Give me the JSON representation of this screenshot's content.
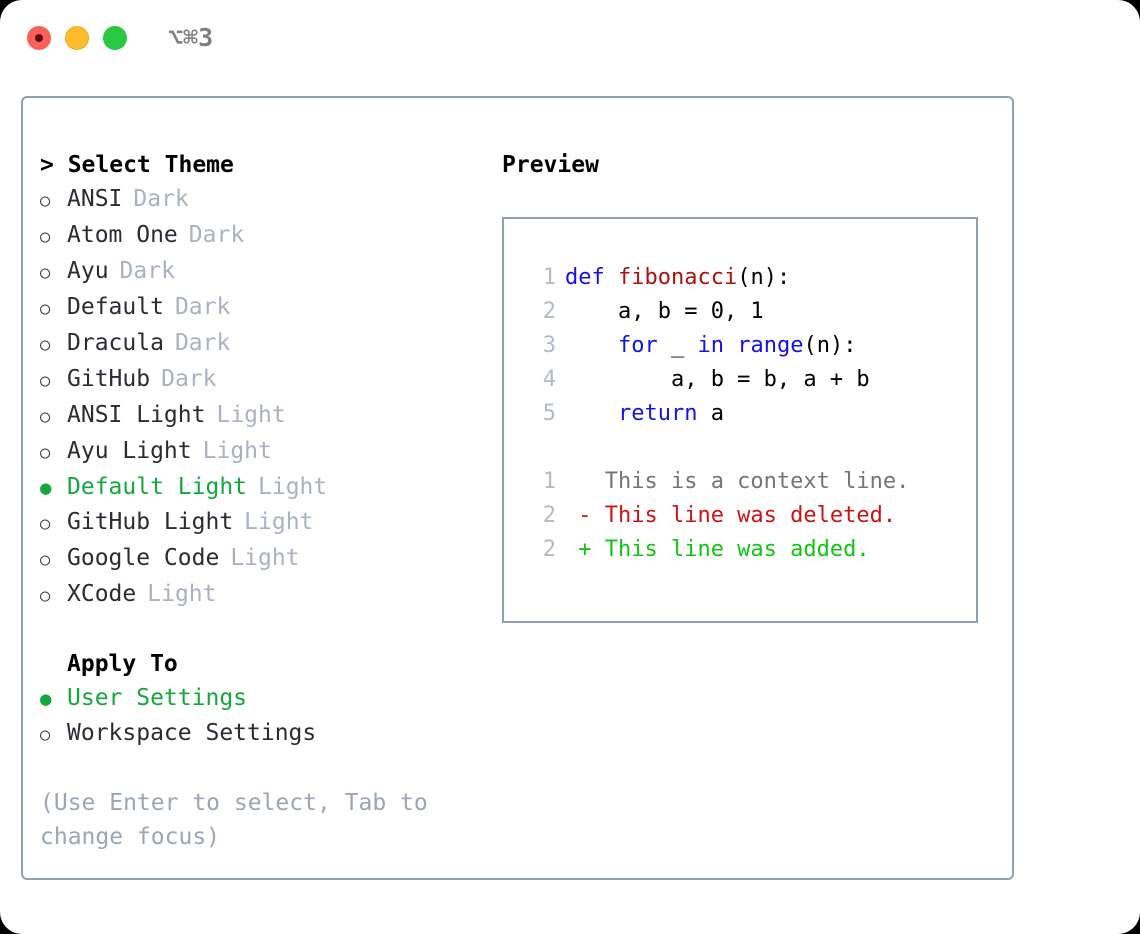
{
  "window": {
    "traffic_lights": [
      "close",
      "minimize",
      "zoom"
    ],
    "shortcut": "⌥⌘3"
  },
  "theme_list": {
    "header": "> Select Theme",
    "items": [
      {
        "marker": "○",
        "name": "ANSI",
        "tag": "Dark",
        "selected": false
      },
      {
        "marker": "○",
        "name": "Atom One",
        "tag": "Dark",
        "selected": false
      },
      {
        "marker": "○",
        "name": "Ayu",
        "tag": "Dark",
        "selected": false
      },
      {
        "marker": "○",
        "name": "Default",
        "tag": "Dark",
        "selected": false
      },
      {
        "marker": "○",
        "name": "Dracula",
        "tag": "Dark",
        "selected": false
      },
      {
        "marker": "○",
        "name": "GitHub",
        "tag": "Dark",
        "selected": false
      },
      {
        "marker": "○",
        "name": "ANSI Light",
        "tag": "Light",
        "selected": false
      },
      {
        "marker": "○",
        "name": "Ayu Light",
        "tag": "Light",
        "selected": false
      },
      {
        "marker": "●",
        "name": "Default Light",
        "tag": "Light",
        "selected": true
      },
      {
        "marker": "○",
        "name": "GitHub Light",
        "tag": "Light",
        "selected": false
      },
      {
        "marker": "○",
        "name": "Google Code",
        "tag": "Light",
        "selected": false
      },
      {
        "marker": "○",
        "name": "XCode",
        "tag": "Light",
        "selected": false
      }
    ]
  },
  "apply_to": {
    "header": "Apply To",
    "items": [
      {
        "marker": "●",
        "name": "User Settings",
        "selected": true
      },
      {
        "marker": "○",
        "name": "Workspace Settings",
        "selected": false
      }
    ]
  },
  "hint": "(Use Enter to select, Tab to change focus)",
  "preview": {
    "title": "Preview",
    "code_lines": [
      {
        "no": "1",
        "segments": [
          {
            "t": "def ",
            "c": "kw"
          },
          {
            "t": "fibonacci",
            "c": "fn"
          },
          {
            "t": "(n):",
            "c": "code-text"
          }
        ]
      },
      {
        "no": "2",
        "segments": [
          {
            "t": "    a, b = 0, 1",
            "c": "code-text"
          }
        ]
      },
      {
        "no": "3",
        "segments": [
          {
            "t": "    ",
            "c": "code-text"
          },
          {
            "t": "for",
            "c": "kw"
          },
          {
            "t": " _ ",
            "c": "code-text"
          },
          {
            "t": "in",
            "c": "kw"
          },
          {
            "t": " ",
            "c": "code-text"
          },
          {
            "t": "range",
            "c": "kw"
          },
          {
            "t": "(n):",
            "c": "code-text"
          }
        ]
      },
      {
        "no": "4",
        "segments": [
          {
            "t": "        a, b = b, a + b",
            "c": "code-text"
          }
        ]
      },
      {
        "no": "5",
        "segments": [
          {
            "t": "    ",
            "c": "code-text"
          },
          {
            "t": "return",
            "c": "kw"
          },
          {
            "t": " a",
            "c": "code-text"
          }
        ]
      }
    ],
    "diff_lines": [
      {
        "no": "1",
        "segments": [
          {
            "t": "   This is a context line.",
            "c": "ctx"
          }
        ]
      },
      {
        "no": "2",
        "segments": [
          {
            "t": " - This line was deleted.",
            "c": "del"
          }
        ]
      },
      {
        "no": "2",
        "segments": [
          {
            "t": " + This line was added.",
            "c": "add"
          }
        ]
      }
    ]
  },
  "colors": {
    "accent_green": "#12a83c",
    "border_slate": "#91a0b1",
    "tag_gray": "#a9b2c1",
    "hint_gray": "#9aa5b5",
    "keyword_blue": "#1412ec",
    "function_red": "#aa1111",
    "diff_deleted": "#cc1414",
    "diff_added": "#13c413",
    "light_red": "#fc5f5a",
    "light_yellow": "#fdbd2e",
    "light_green": "#28c840"
  }
}
